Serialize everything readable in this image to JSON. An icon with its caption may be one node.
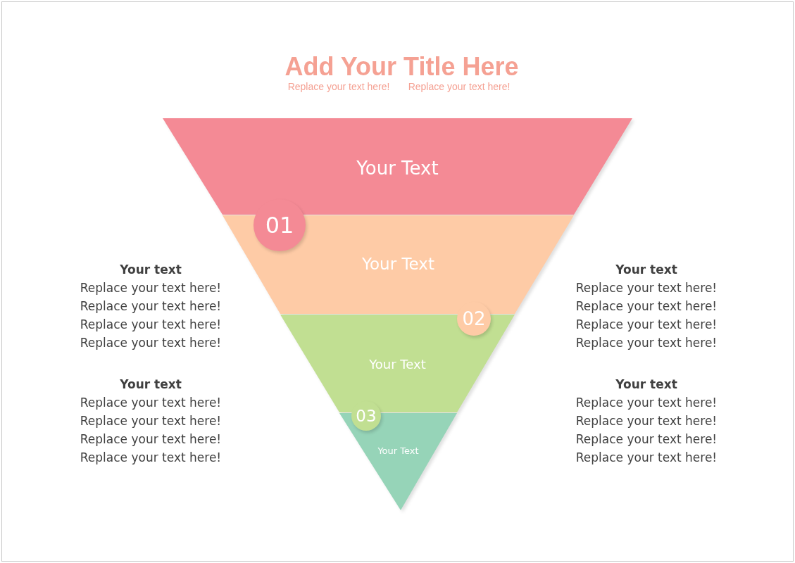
{
  "diagram": {
    "title": "Add Your Title Here",
    "nodes": [
      {
        "text": [
          "Your Text"
        ]
      },
      {
        "text": [
          "Your Text"
        ]
      },
      {
        "text": [
          "Your Text"
        ]
      },
      {
        "text": [
          "Your Text"
        ]
      },
      {
        "text": [
          "01"
        ]
      },
      {
        "text": [
          "02"
        ]
      },
      {
        "text": [
          "03"
        ]
      }
    ],
    "edges": [],
    "labels": [
      "Replace your text here!",
      "Replace your text here!",
      "Your text",
      "Replace your text here!",
      "Replace your text here!",
      "Replace your text here!",
      "Replace your text here!",
      "Your text",
      "Replace your text here!",
      "Replace your text here!",
      "Replace your text here!",
      "Replace your text here!",
      "Your text",
      "Replace your text here!",
      "Replace your text here!",
      "Replace your text here!",
      "Replace your text here!",
      "Your text",
      "Replace your text here!",
      "Replace your text here!",
      "Replace your text here!",
      "Replace your text here!"
    ]
  }
}
